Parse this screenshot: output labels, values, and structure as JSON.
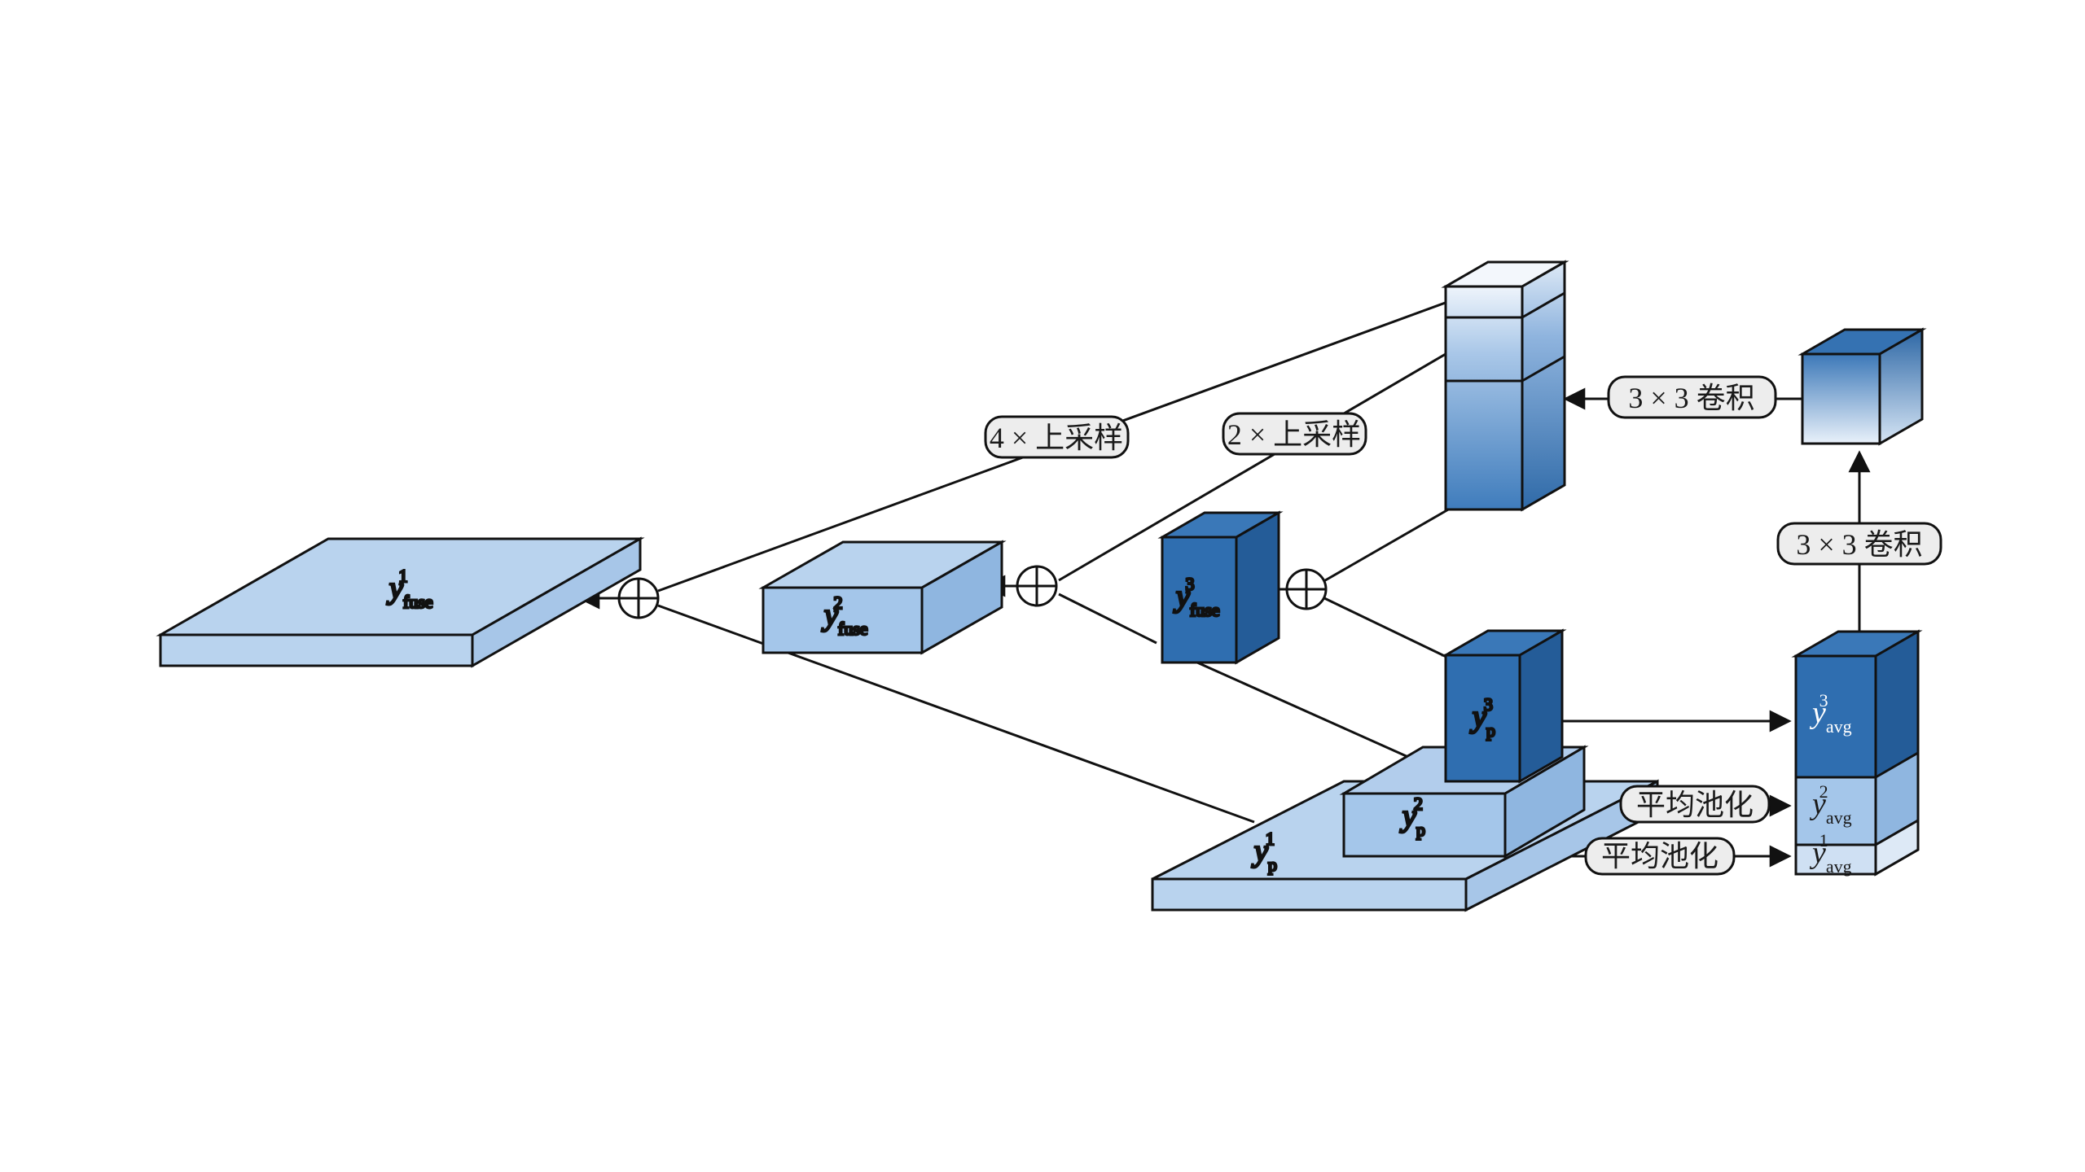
{
  "colors": {
    "light_blue": "#b9d3ee",
    "mid_blue": "#9fc3e7",
    "dark_blue": "#2f6eb0",
    "dark_blue_side": "#245c98",
    "stroke": "#111111",
    "pill_fill": "#ededed"
  },
  "labels": {
    "y_fuse_1": {
      "base": "y",
      "sub": "fuse",
      "sup": "1"
    },
    "y_fuse_2": {
      "base": "y",
      "sub": "fuse",
      "sup": "2"
    },
    "y_fuse_3": {
      "base": "y",
      "sub": "fuse",
      "sup": "3"
    },
    "y_p_1": {
      "base": "y",
      "sub": "p",
      "sup": "1"
    },
    "y_p_2": {
      "base": "y",
      "sub": "p",
      "sup": "2"
    },
    "y_p_3": {
      "base": "y",
      "sub": "p",
      "sup": "3"
    },
    "y_avg_1": {
      "base": "y",
      "sub": "avg",
      "sup": "1"
    },
    "y_avg_2": {
      "base": "y",
      "sub": "avg",
      "sup": "2"
    },
    "y_avg_3": {
      "base": "y",
      "sub": "avg",
      "sup": "3"
    }
  },
  "operations": {
    "upsample_4x": "4 × 上采样",
    "upsample_2x": "2 × 上采样",
    "conv_3x3_top": "3 × 3 卷积",
    "conv_3x3_right": "3 × 3 卷积",
    "avg_pool_upper": "平均池化",
    "avg_pool_lower": "平均池化"
  },
  "icons": {
    "add_node": "circle-plus-icon",
    "arrow": "arrowhead-icon"
  }
}
